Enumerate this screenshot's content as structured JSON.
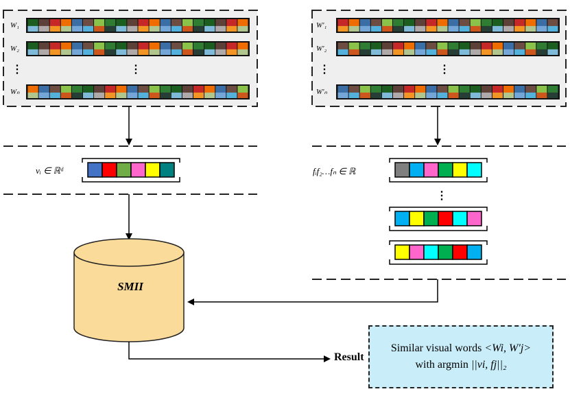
{
  "left_panel": {
    "rows": [
      {
        "label": "W₁"
      },
      {
        "label": "W₂"
      },
      {
        "label": "⋮"
      },
      {
        "label": "Wₙ"
      }
    ]
  },
  "right_panel": {
    "rows": [
      {
        "label": "W'₁"
      },
      {
        "label": "W'₂"
      },
      {
        "label": "⋮"
      },
      {
        "label": "W'ₙ"
      }
    ]
  },
  "left_vector": {
    "label": "vᵢ ∈ ℝᵈ",
    "colors": [
      "#4472c4",
      "#ff0000",
      "#70ad47",
      "#ff66cc",
      "#ffff00",
      "#008080"
    ]
  },
  "right_vectors": {
    "label": "fᵢf₂…fₙ ∈ ℝ",
    "rows": [
      [
        "#7f7f7f",
        "#00b0f0",
        "#ff66cc",
        "#00b050",
        "#ffff00",
        "#00ffff"
      ],
      [
        "#00b0f0",
        "#ffff00",
        "#00b050",
        "#ff0000",
        "#00ffff",
        "#ff66cc"
      ],
      [
        "#ffff00",
        "#ff66cc",
        "#00ffff",
        "#00b050",
        "#ff0000",
        "#00b0f0"
      ]
    ],
    "vdots": "⋮"
  },
  "database": {
    "label": "SMII",
    "color": "#fadb99"
  },
  "result": {
    "label": "Result",
    "line1_prefix": "Similar visual words ",
    "line1_expr": "<Wi, W′j>",
    "line2_prefix": "with argmin ",
    "line2_expr": "||vi, fj||₂"
  },
  "palette": {
    "panel_bg": "#efefef",
    "result_bg": "#c9eefa"
  }
}
